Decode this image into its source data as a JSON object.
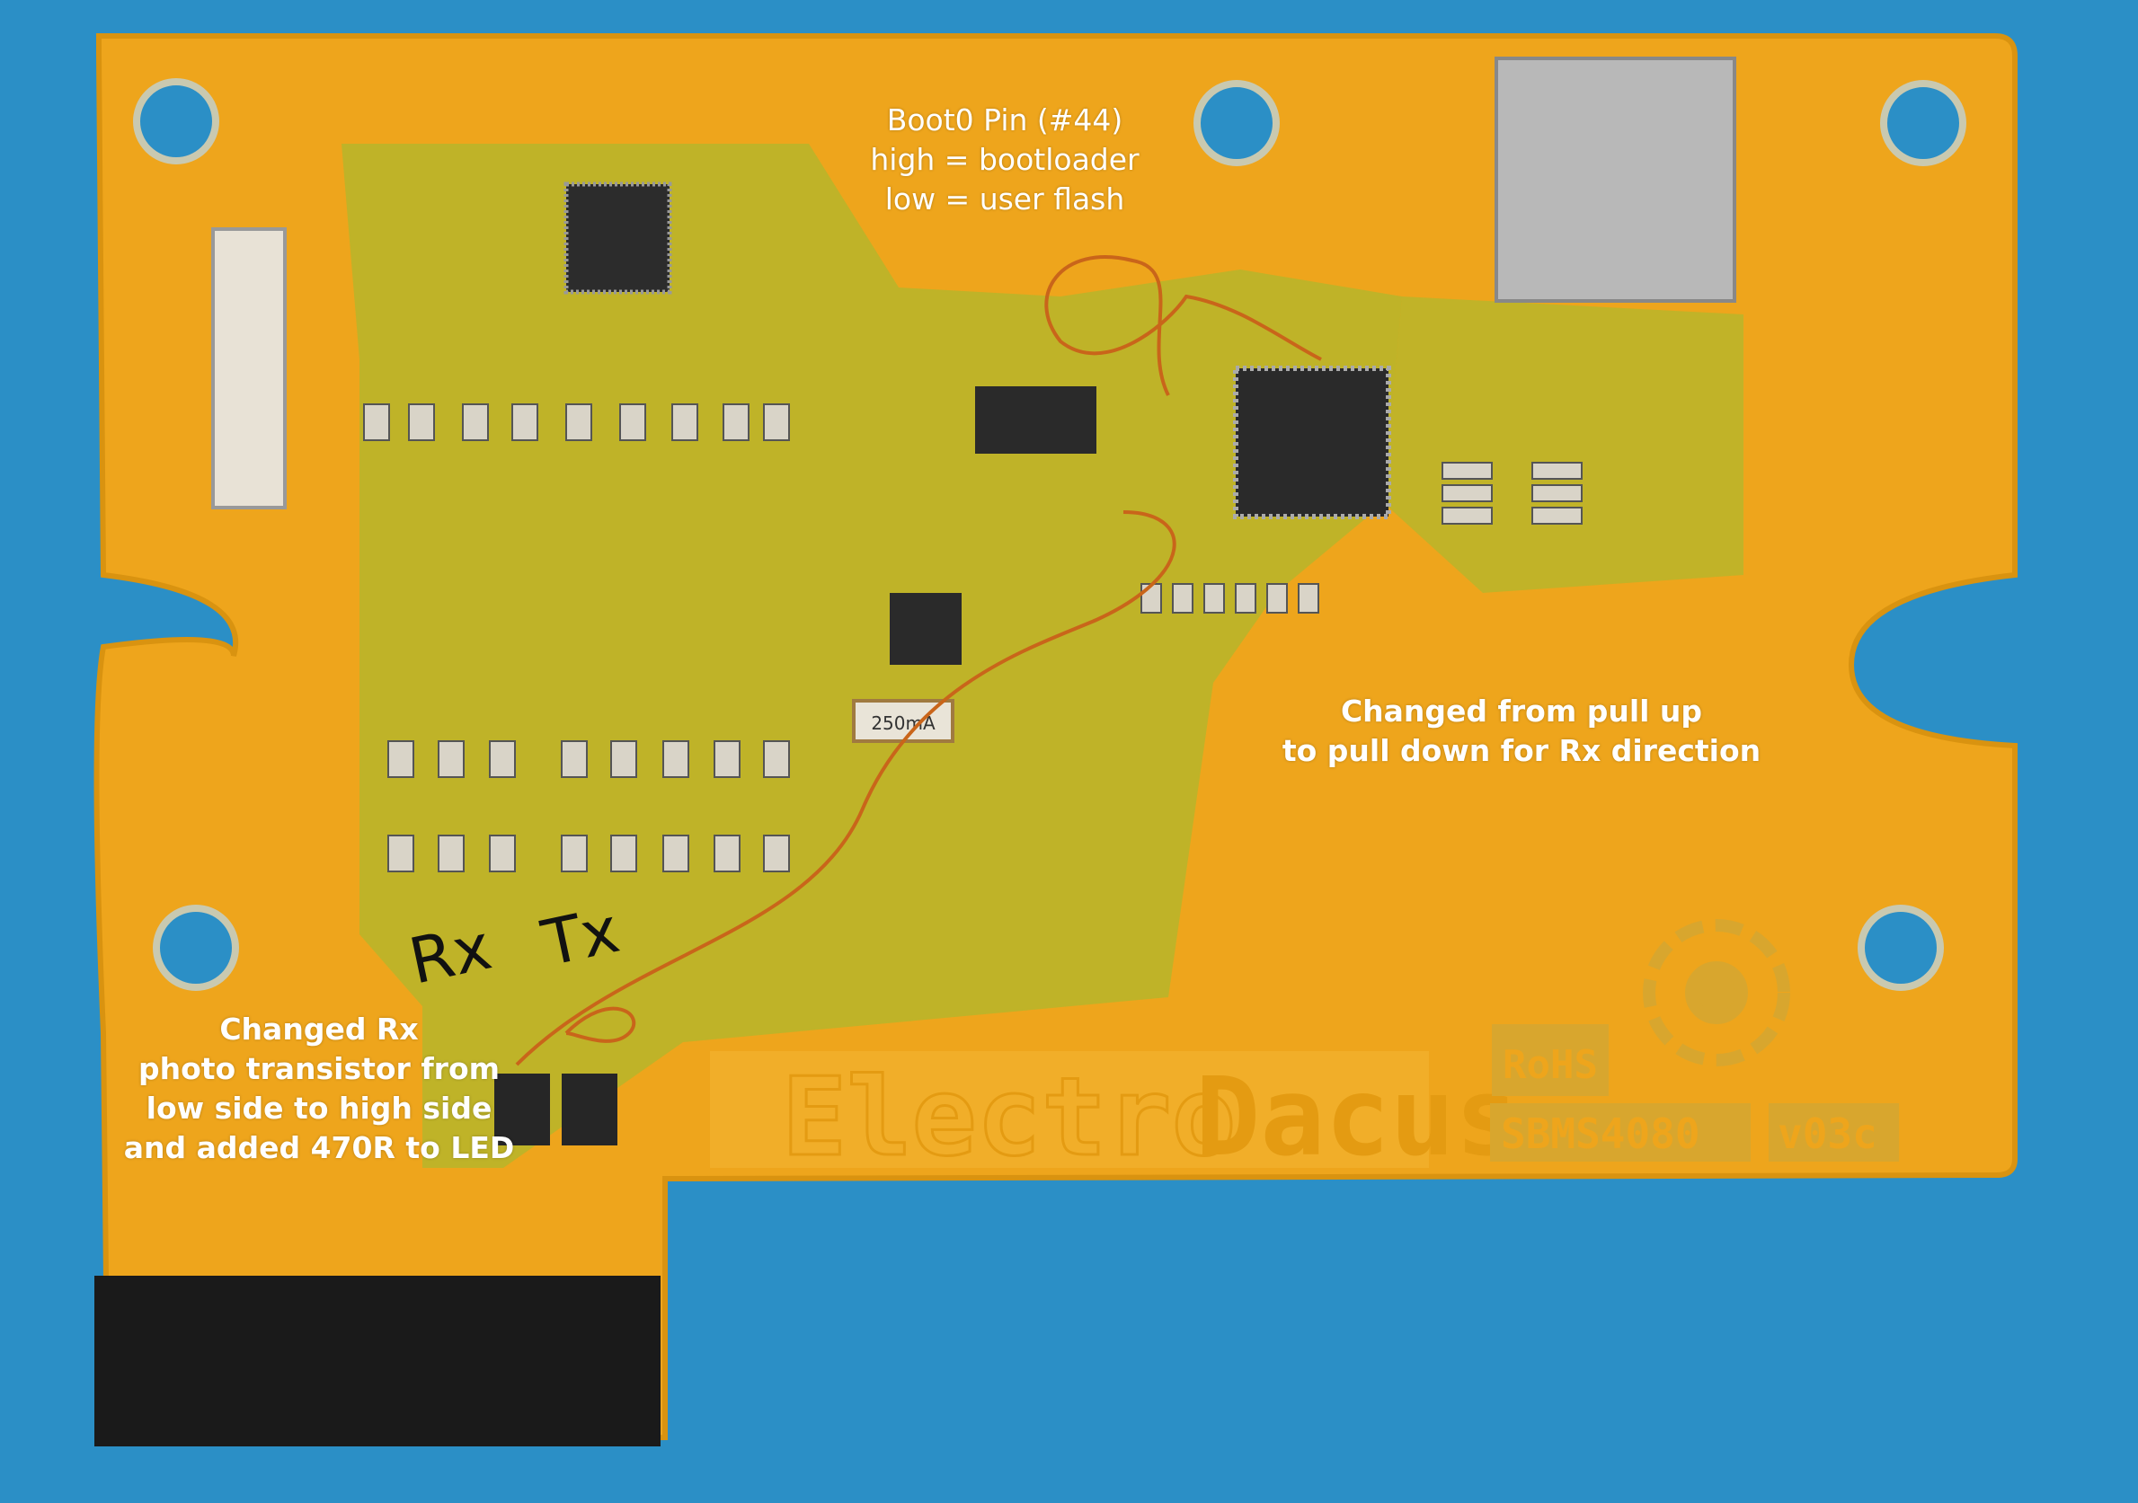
{
  "annotations": {
    "boot0": [
      "Boot0 Pin (#44)",
      "high = bootloader",
      "low = user flash"
    ],
    "pull_down": [
      "Changed from pull up",
      "to pull down for Rx direction"
    ],
    "rx_change": [
      "Changed Rx",
      "photo transistor from",
      "low side to high side",
      "and added 470R to LED"
    ]
  },
  "handwritten": {
    "rx": "Rx",
    "tx": "Tx"
  },
  "silkscreen": {
    "brand_left": "Electro",
    "brand_right": "Dacus",
    "rohs": "RoHS",
    "model": "SBMS4080",
    "version": "v03c",
    "fuse": "250mA"
  },
  "colors": {
    "background": "#2b8fc6",
    "board": "#eea51c",
    "copper_pour": "#b9b52a",
    "annotation": "#ffffff"
  }
}
